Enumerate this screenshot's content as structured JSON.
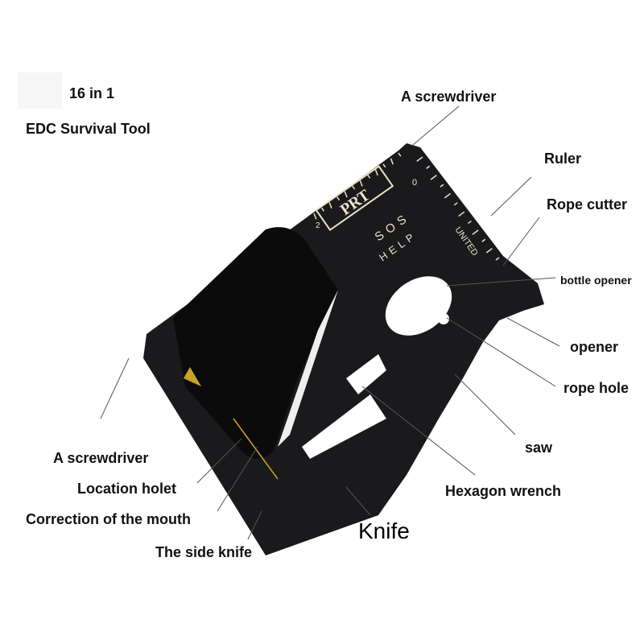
{
  "header": {
    "line1": "16 in 1",
    "line2": "EDC  Survival Tool"
  },
  "card": {
    "brand": "PRT",
    "sos": "SOS",
    "help": "HELP",
    "united": "UNITED",
    "ruler_zero": "0",
    "ruler_two": "2"
  },
  "labels": {
    "screwdriver_top": "A screwdriver",
    "ruler": "Ruler",
    "rope_cutter": "Rope cutter",
    "bottle_opener": "bottle opener",
    "opener": "opener",
    "rope_hole": "rope hole",
    "saw": "saw",
    "hexagon_wrench": "Hexagon wrench",
    "knife": "Knife",
    "side_knife": "The side knife",
    "correction": "Correction of the mouth",
    "location_hole": "Location holet",
    "screwdriver_left": "A screwdriver"
  },
  "colors": {
    "tool": "#1a1a1c",
    "cord": "#0c0c0c",
    "engraving": "#e8e2c8",
    "accent": "#c9a227"
  }
}
